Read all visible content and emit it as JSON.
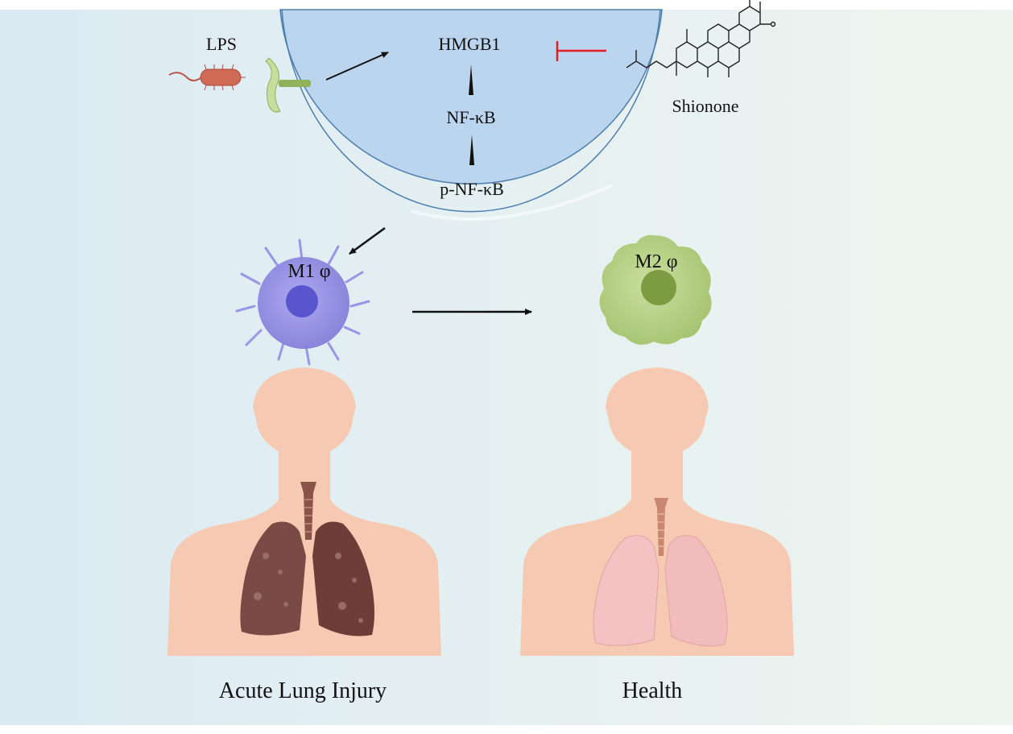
{
  "labels": {
    "lps": "LPS",
    "hmgb1": "HMGB1",
    "nfkb": "NF-κB",
    "pnfkb": "p-NF-κB",
    "shionone": "Shionone",
    "m1": "M1 φ",
    "m2": "M2 φ",
    "ali": "Acute Lung Injury",
    "health": "Health"
  },
  "colors": {
    "background_left": "#dcebf3",
    "background_right": "#eef5ee",
    "cell_fill": "#bcd5ef",
    "cell_stroke": "#4e7fae",
    "inhibit": "#e02020",
    "receptor": "#a6c877",
    "bacterium": "#c8614f",
    "m1_cell": "#8a86e0",
    "m2_cell": "#a9c46c",
    "skin": "#f6c9b3",
    "lung_injured": "#7a4a44",
    "lung_healthy": "#f4c2c2"
  }
}
